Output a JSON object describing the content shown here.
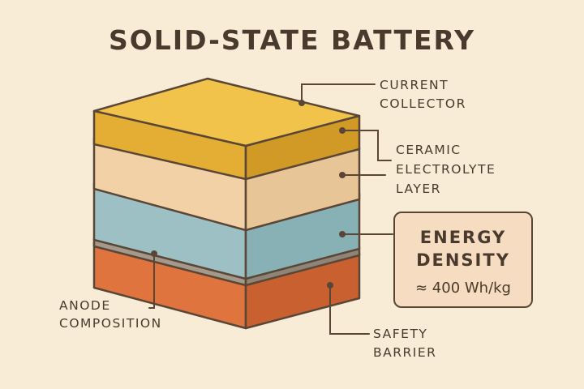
{
  "title": "SOLID-STATE BATTERY",
  "colors": {
    "background": "#f8ecd6",
    "outline": "#5a4636",
    "current_collector": "#efb940",
    "ceramic_electrolyte": "#f2d1a7",
    "anode": "#9cc0c4",
    "separator": "#a4998a",
    "safety_barrier": "#e0743e",
    "callout_box": "#f6dcc0"
  },
  "labels": {
    "current_collector": [
      "CURRENT",
      "COLLECTOR"
    ],
    "ceramic_electrolyte": [
      "CERAMIC",
      "ELECTROLYTE",
      "LAYER"
    ],
    "anode": [
      "ANODE",
      "COMPOSITION"
    ],
    "safety_barrier": [
      "SAFETY",
      "BARRIER"
    ]
  },
  "energy_density": {
    "title_line1": "ENERGY",
    "title_line2": "DENSITY",
    "value": "≈ 400 Wh/kg"
  }
}
